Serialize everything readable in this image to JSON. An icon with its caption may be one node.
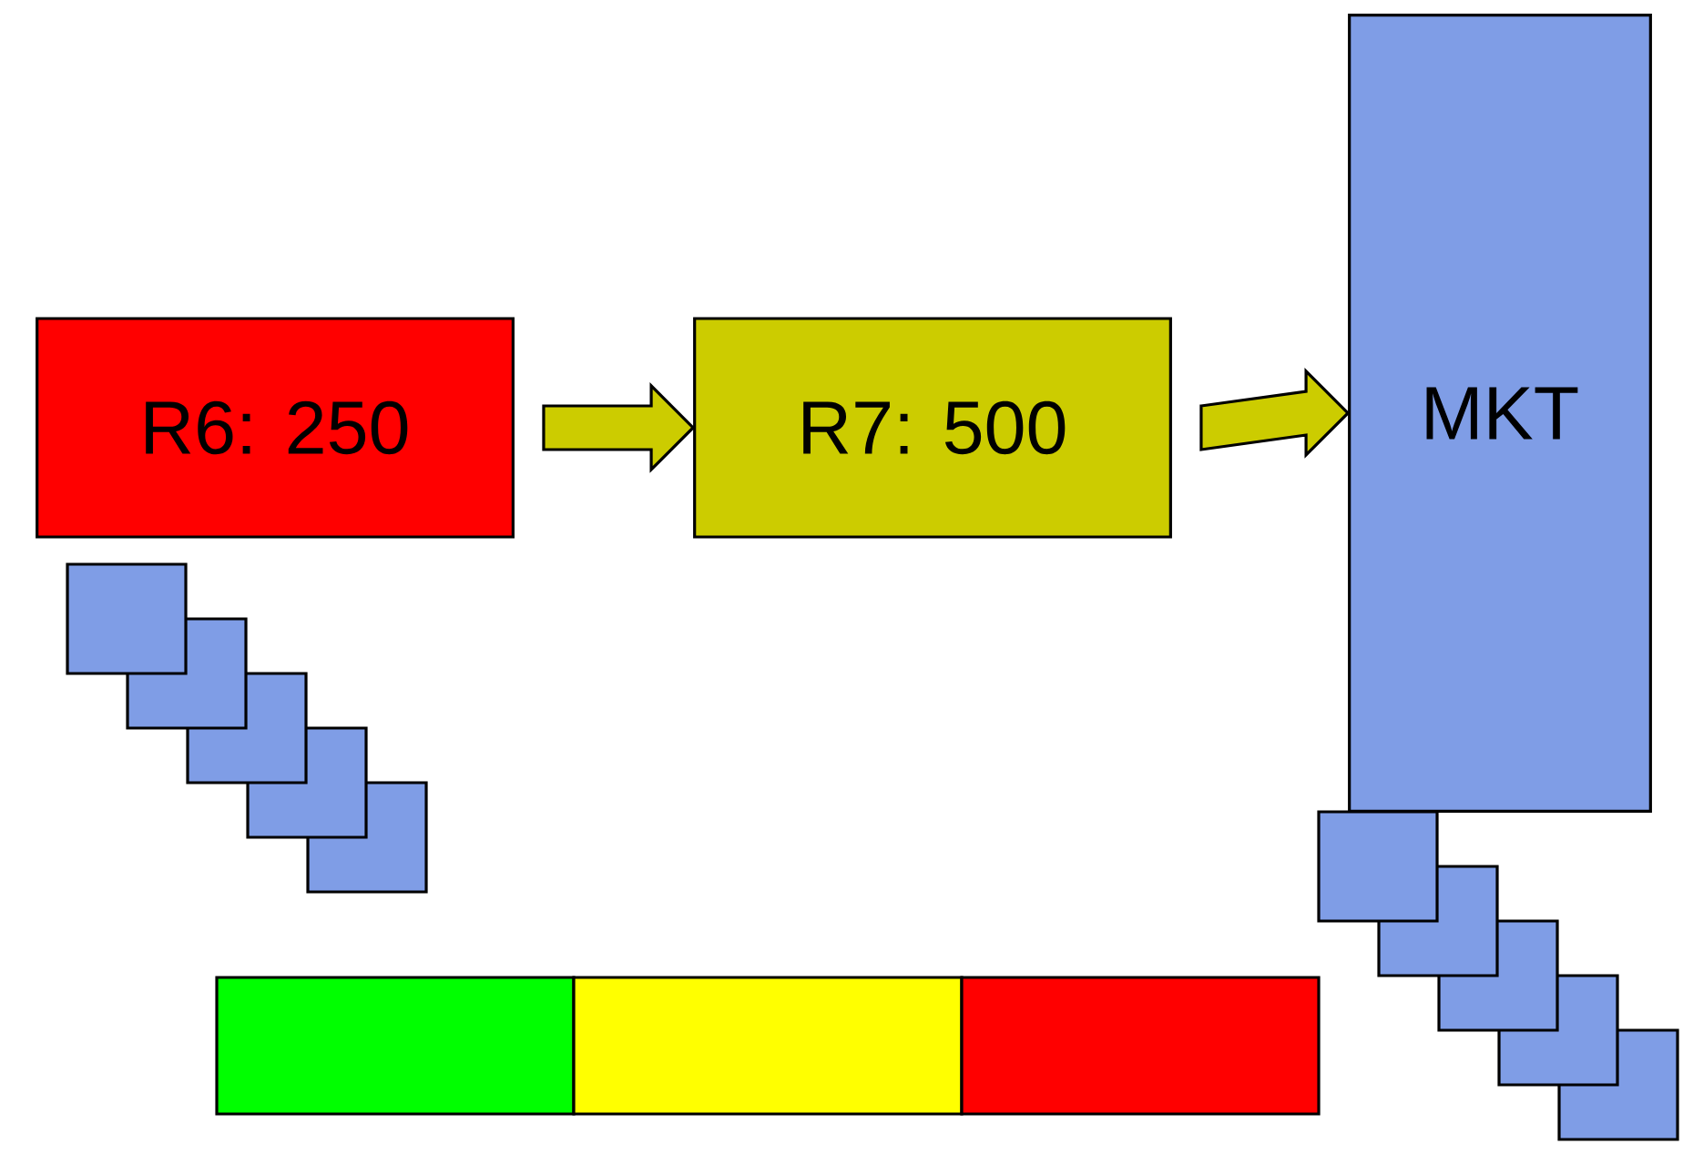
{
  "diagram": {
    "nodes": [
      {
        "text": [
          "R6: 250"
        ]
      },
      {
        "text": [
          "R7: 500"
        ]
      },
      {
        "text": [
          "MKT"
        ]
      }
    ],
    "edges": [
      {
        "from": 0,
        "to": 1,
        "arrow": "to"
      },
      {
        "from": 1,
        "to": 2,
        "arrow": "to"
      }
    ]
  }
}
